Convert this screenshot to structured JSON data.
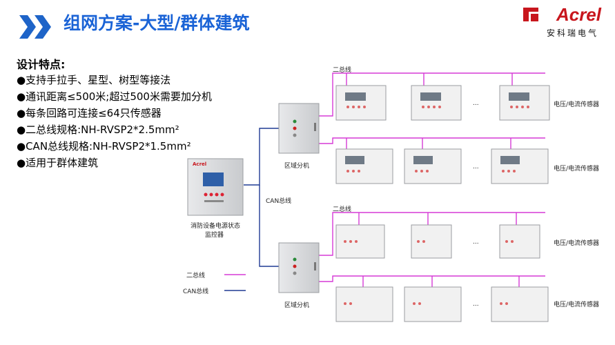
{
  "header": {
    "title": "组网方案-大型/群体建筑",
    "logo_word": "Acrel",
    "logo_sub": "安科瑞电气"
  },
  "features": {
    "title": "设计特点:",
    "items": [
      "●支持手拉手、星型、树型等接法",
      "●通讯距离≤500米;超过500米需要加分机",
      "●每条回路可连接≤64只传感器",
      "●二总线规格:NH-RVSP2*2.5mm²",
      "●CAN总线规格:NH-RVSP2*1.5mm²",
      "●适用于群体建筑"
    ]
  },
  "diagram": {
    "monitor_label_1": "消防设备电源状态",
    "monitor_label_2": "监控器",
    "can_bus_label": "CAN总线",
    "bus2_top_label": "二总线",
    "bus2_mid_label": "二总线",
    "zone_unit_top": "区域分机",
    "zone_unit_bottom": "区域分机",
    "sensor_label": "电压/电流传感器",
    "ellipsis": "...",
    "brand_small": "Acrel"
  },
  "legend": {
    "bus2": "二总线",
    "can": "CAN总线"
  },
  "colors": {
    "title_blue": "#1a63d6",
    "chevron_blue": "#1e64c8",
    "bus2_magenta": "#d63ad6",
    "can_navy": "#1f3a93",
    "logo_red": "#c8161d"
  }
}
